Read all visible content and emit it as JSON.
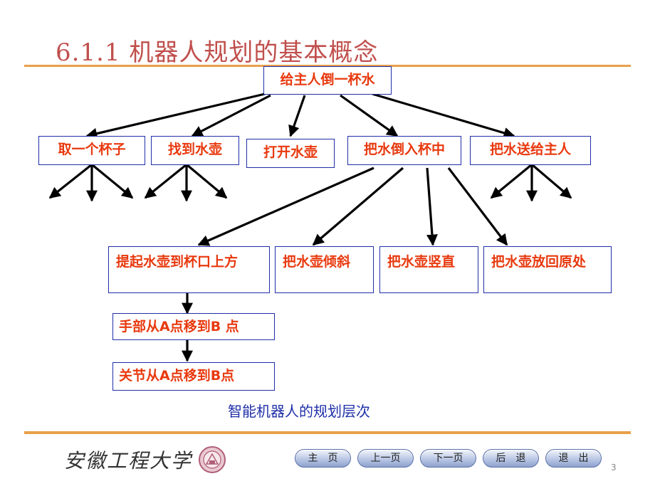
{
  "slide": {
    "title": "6.1.1 机器人规划的基本概念",
    "caption": "智能机器人的规划层次",
    "page_number": "3"
  },
  "tree": {
    "root": "给主人倒一杯水",
    "level1": [
      "取一个杯子",
      "找到水壶",
      "打开水壶",
      "把水倒入杯中",
      "把水送给主人"
    ],
    "level2": [
      "提起水壶到杯口上方",
      "把水壶倾斜",
      "把水壶竖直",
      "把水壶放回原处"
    ],
    "level3": [
      "手部从A点移到B 点",
      "关节从A点移到B点"
    ]
  },
  "footer": {
    "logo_text": "安徽工程大学",
    "nav": [
      "主　页",
      "上一页",
      "下一页",
      "后　退",
      "退　出"
    ]
  },
  "colors": {
    "title": "#c0504d",
    "box_text": "#e8390e",
    "box_border": "#1f2fa8",
    "rule": "#e8a04a",
    "caption": "#1f2fa8"
  }
}
